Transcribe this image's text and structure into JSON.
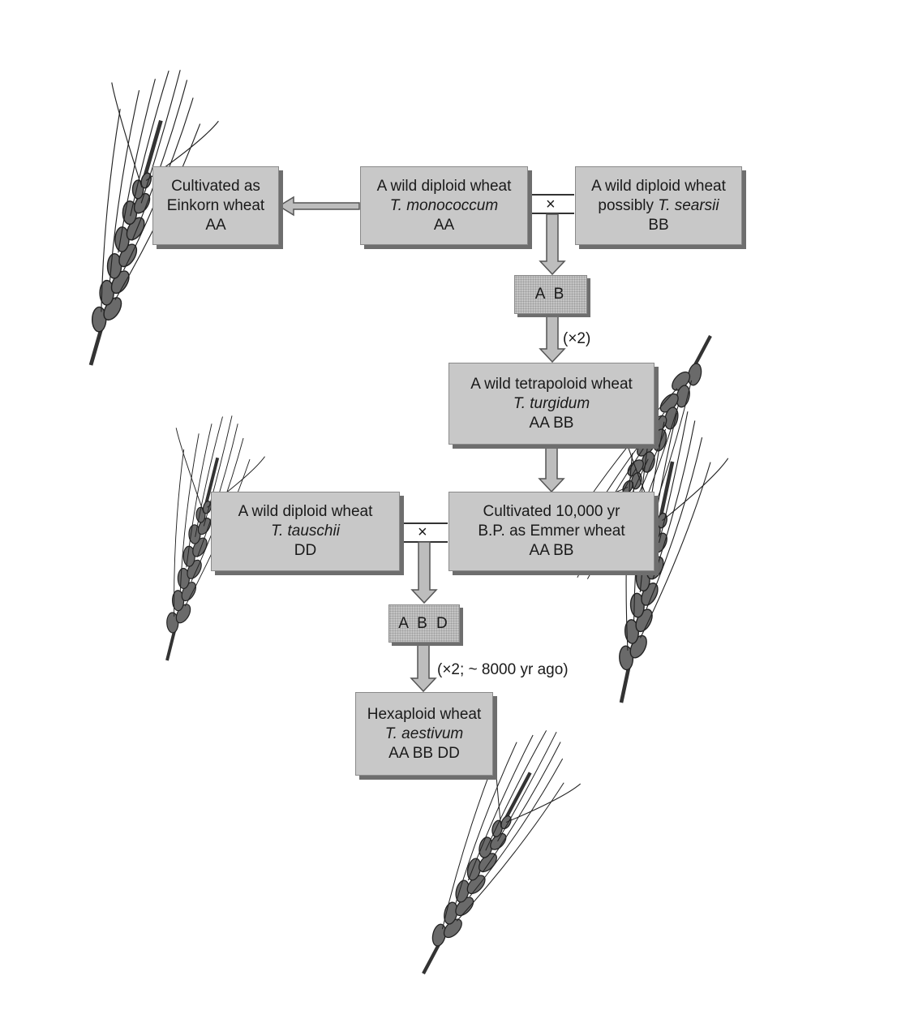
{
  "boxes": {
    "einkorn": {
      "line1": "Cultivated as",
      "line2": "Einkorn wheat",
      "line3": "AA"
    },
    "monococcum": {
      "line1": "A wild diploid wheat",
      "species": "T. monococcum",
      "genome": "AA"
    },
    "searsii": {
      "line1": "A wild diploid wheat",
      "prefix": "possibly ",
      "species": "T. searsii",
      "genome": "BB"
    },
    "turgidum": {
      "line1": "A wild tetrapoloid wheat",
      "species": "T. turgidum",
      "genome": "AA BB"
    },
    "emmer": {
      "line1": "Cultivated 10,000 yr",
      "line2": "B.P. as Emmer wheat",
      "line3": "AA BB"
    },
    "tauschii": {
      "line1": "A wild diploid wheat",
      "species": "T. tauschii",
      "genome": "DD"
    },
    "aestivum": {
      "line1": "Hexaploid wheat",
      "species": "T. aestivum",
      "genome": "AA BB DD"
    }
  },
  "hybrids": {
    "ab": "A B",
    "abd": "A B D"
  },
  "notes": {
    "doubling1": "(×2)",
    "doubling2": "(×2; ~ 8000 yr ago)"
  },
  "cross_symbol": "×",
  "colors": {
    "box_fill": "#c8c8c8",
    "box_shadow": "#6e6e6e",
    "arrow_fill": "#bdbdbd",
    "wheat_ear": "#555555"
  },
  "icons": [
    "wheat-ear-icon"
  ]
}
